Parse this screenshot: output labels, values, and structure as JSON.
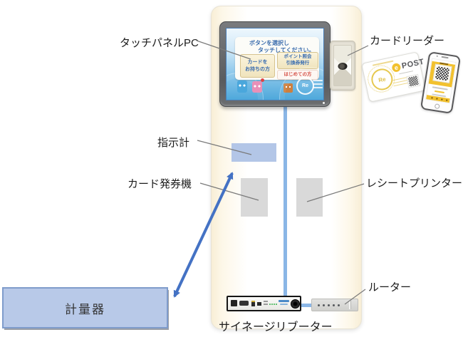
{
  "diagram": {
    "labels": {
      "touch_panel_pc": "タッチパネルPC",
      "card_reader": "カードリーダー",
      "indicator": "指示計",
      "card_dispenser": "カード発券機",
      "receipt_printer": "レシートプリンター",
      "router": "ルーター",
      "signage_rebooter": "サイネージリブーター",
      "scale": "計量器"
    },
    "kiosk_screen": {
      "instruction_line1": "ボタンを選択し",
      "instruction_line2": "タッチしてください。",
      "buttons": {
        "have_card_line1": "カードを",
        "have_card_line2": "お持ちの方",
        "point_line1": "ポイント照会",
        "point_line2": "引換券発行",
        "first_time": "はじめての方"
      },
      "stamp_text": "Re"
    },
    "card": {
      "stamp_text": "Re",
      "brand_e": "e",
      "brand_post": "POST"
    },
    "colors": {
      "arrow_blue": "#4472c4",
      "cable_blue": "#8ab6e6",
      "indicator_fill": "#b3c6e7",
      "device_gray": "#d9d9d9",
      "scale_fill": "#b8c9e8",
      "scale_border": "#7f9ccb",
      "brand_yellow": "#f2c12e"
    }
  }
}
